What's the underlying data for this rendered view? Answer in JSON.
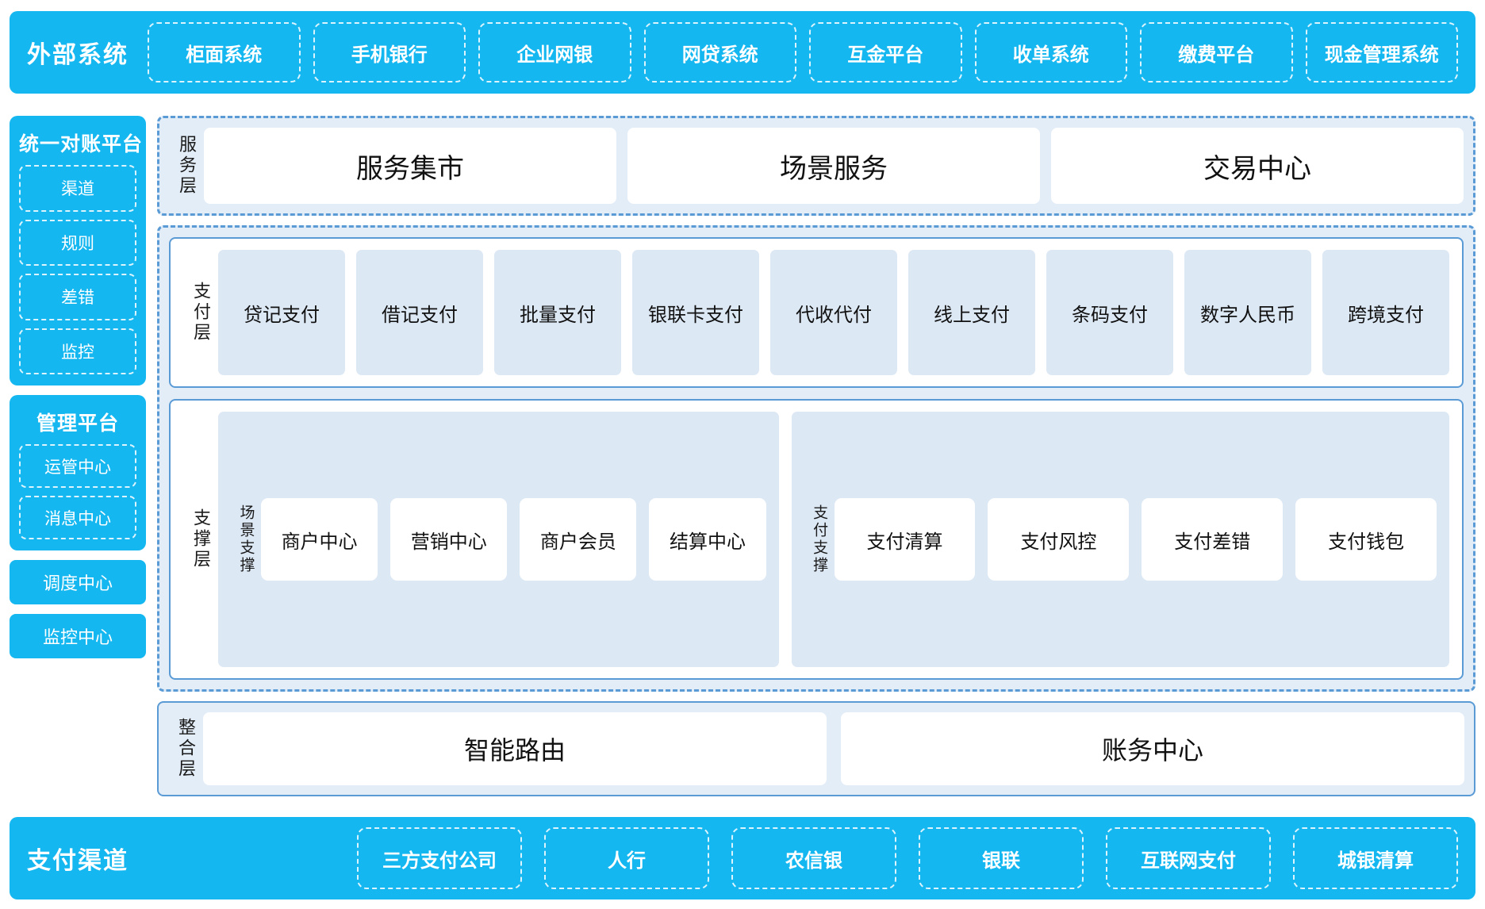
{
  "external_systems": {
    "title": "外部系统",
    "items": [
      "柜面系统",
      "手机银行",
      "企业网银",
      "网贷系统",
      "互金平台",
      "收单系统",
      "缴费平台",
      "现金管理系统"
    ]
  },
  "rail": {
    "reconciliation": {
      "title": "统一对账平台",
      "items": [
        "渠道",
        "规则",
        "差错",
        "监控"
      ]
    },
    "management": {
      "title": "管理平台",
      "items": [
        "运管中心",
        "消息中心"
      ]
    },
    "scheduling": "调度中心",
    "monitoring": "监控中心"
  },
  "service_layer": {
    "label": "服务层",
    "items": [
      "服务集市",
      "场景服务",
      "交易中心"
    ]
  },
  "payment_layer": {
    "label": "支付层",
    "items": [
      "贷记支付",
      "借记支付",
      "批量支付",
      "银联卡支付",
      "代收代付",
      "线上支付",
      "条码支付",
      "数字人民币",
      "跨境支付"
    ]
  },
  "support_layer": {
    "label": "支撑层",
    "groups": [
      {
        "label": "场景支撑",
        "items": [
          "商户中心",
          "营销中心",
          "商户会员",
          "结算中心"
        ]
      },
      {
        "label": "支付支撑",
        "items": [
          "支付清算",
          "支付风控",
          "支付差错",
          "支付钱包"
        ]
      }
    ]
  },
  "integration_layer": {
    "label": "整合层",
    "items": [
      "智能路由",
      "账务中心"
    ]
  },
  "payment_channels": {
    "title": "支付渠道",
    "items": [
      "三方支付公司",
      "人行",
      "农信银",
      "银联",
      "互联网支付",
      "城银清算"
    ]
  },
  "colors": {
    "brand_blue": "#15b7f0",
    "dashed_blue": "#5b9bd5",
    "band_bg": "#e3edf8",
    "tile_bg": "#dde8f5"
  }
}
